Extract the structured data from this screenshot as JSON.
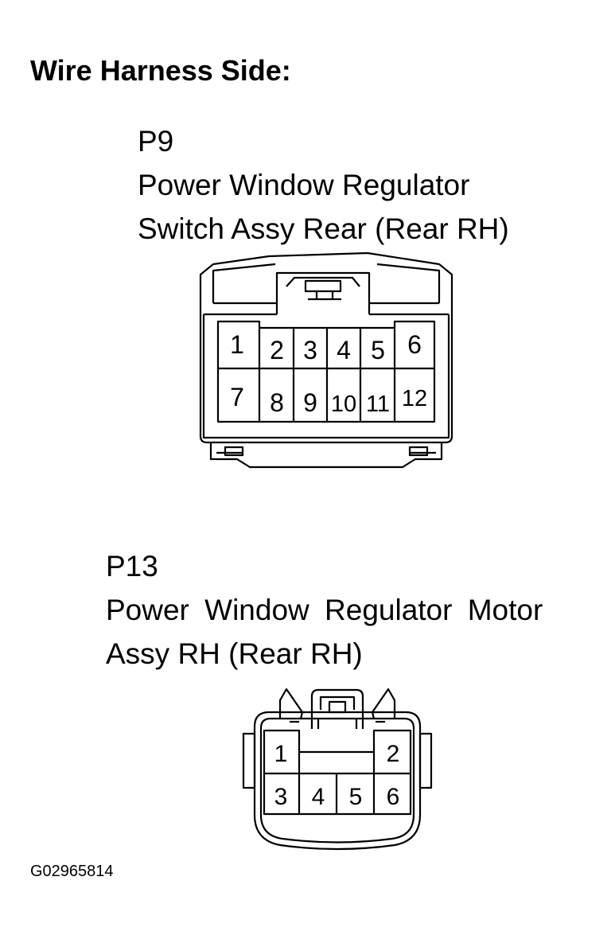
{
  "heading": "Wire Harness Side:",
  "connectors": [
    {
      "id": "P9",
      "name_line1": "Power Window Regulator",
      "name_line2": "Switch Assy Rear (Rear RH)",
      "pins": [
        "1",
        "2",
        "3",
        "4",
        "5",
        "6",
        "7",
        "8",
        "9",
        "10",
        "11",
        "12"
      ]
    },
    {
      "id": "P13",
      "name_line1": "Power Window Regulator Motor",
      "name_line2": "Assy RH (Rear RH)",
      "pins": [
        "1",
        "2",
        "3",
        "4",
        "5",
        "6"
      ]
    }
  ],
  "figure_code": "G02965814"
}
